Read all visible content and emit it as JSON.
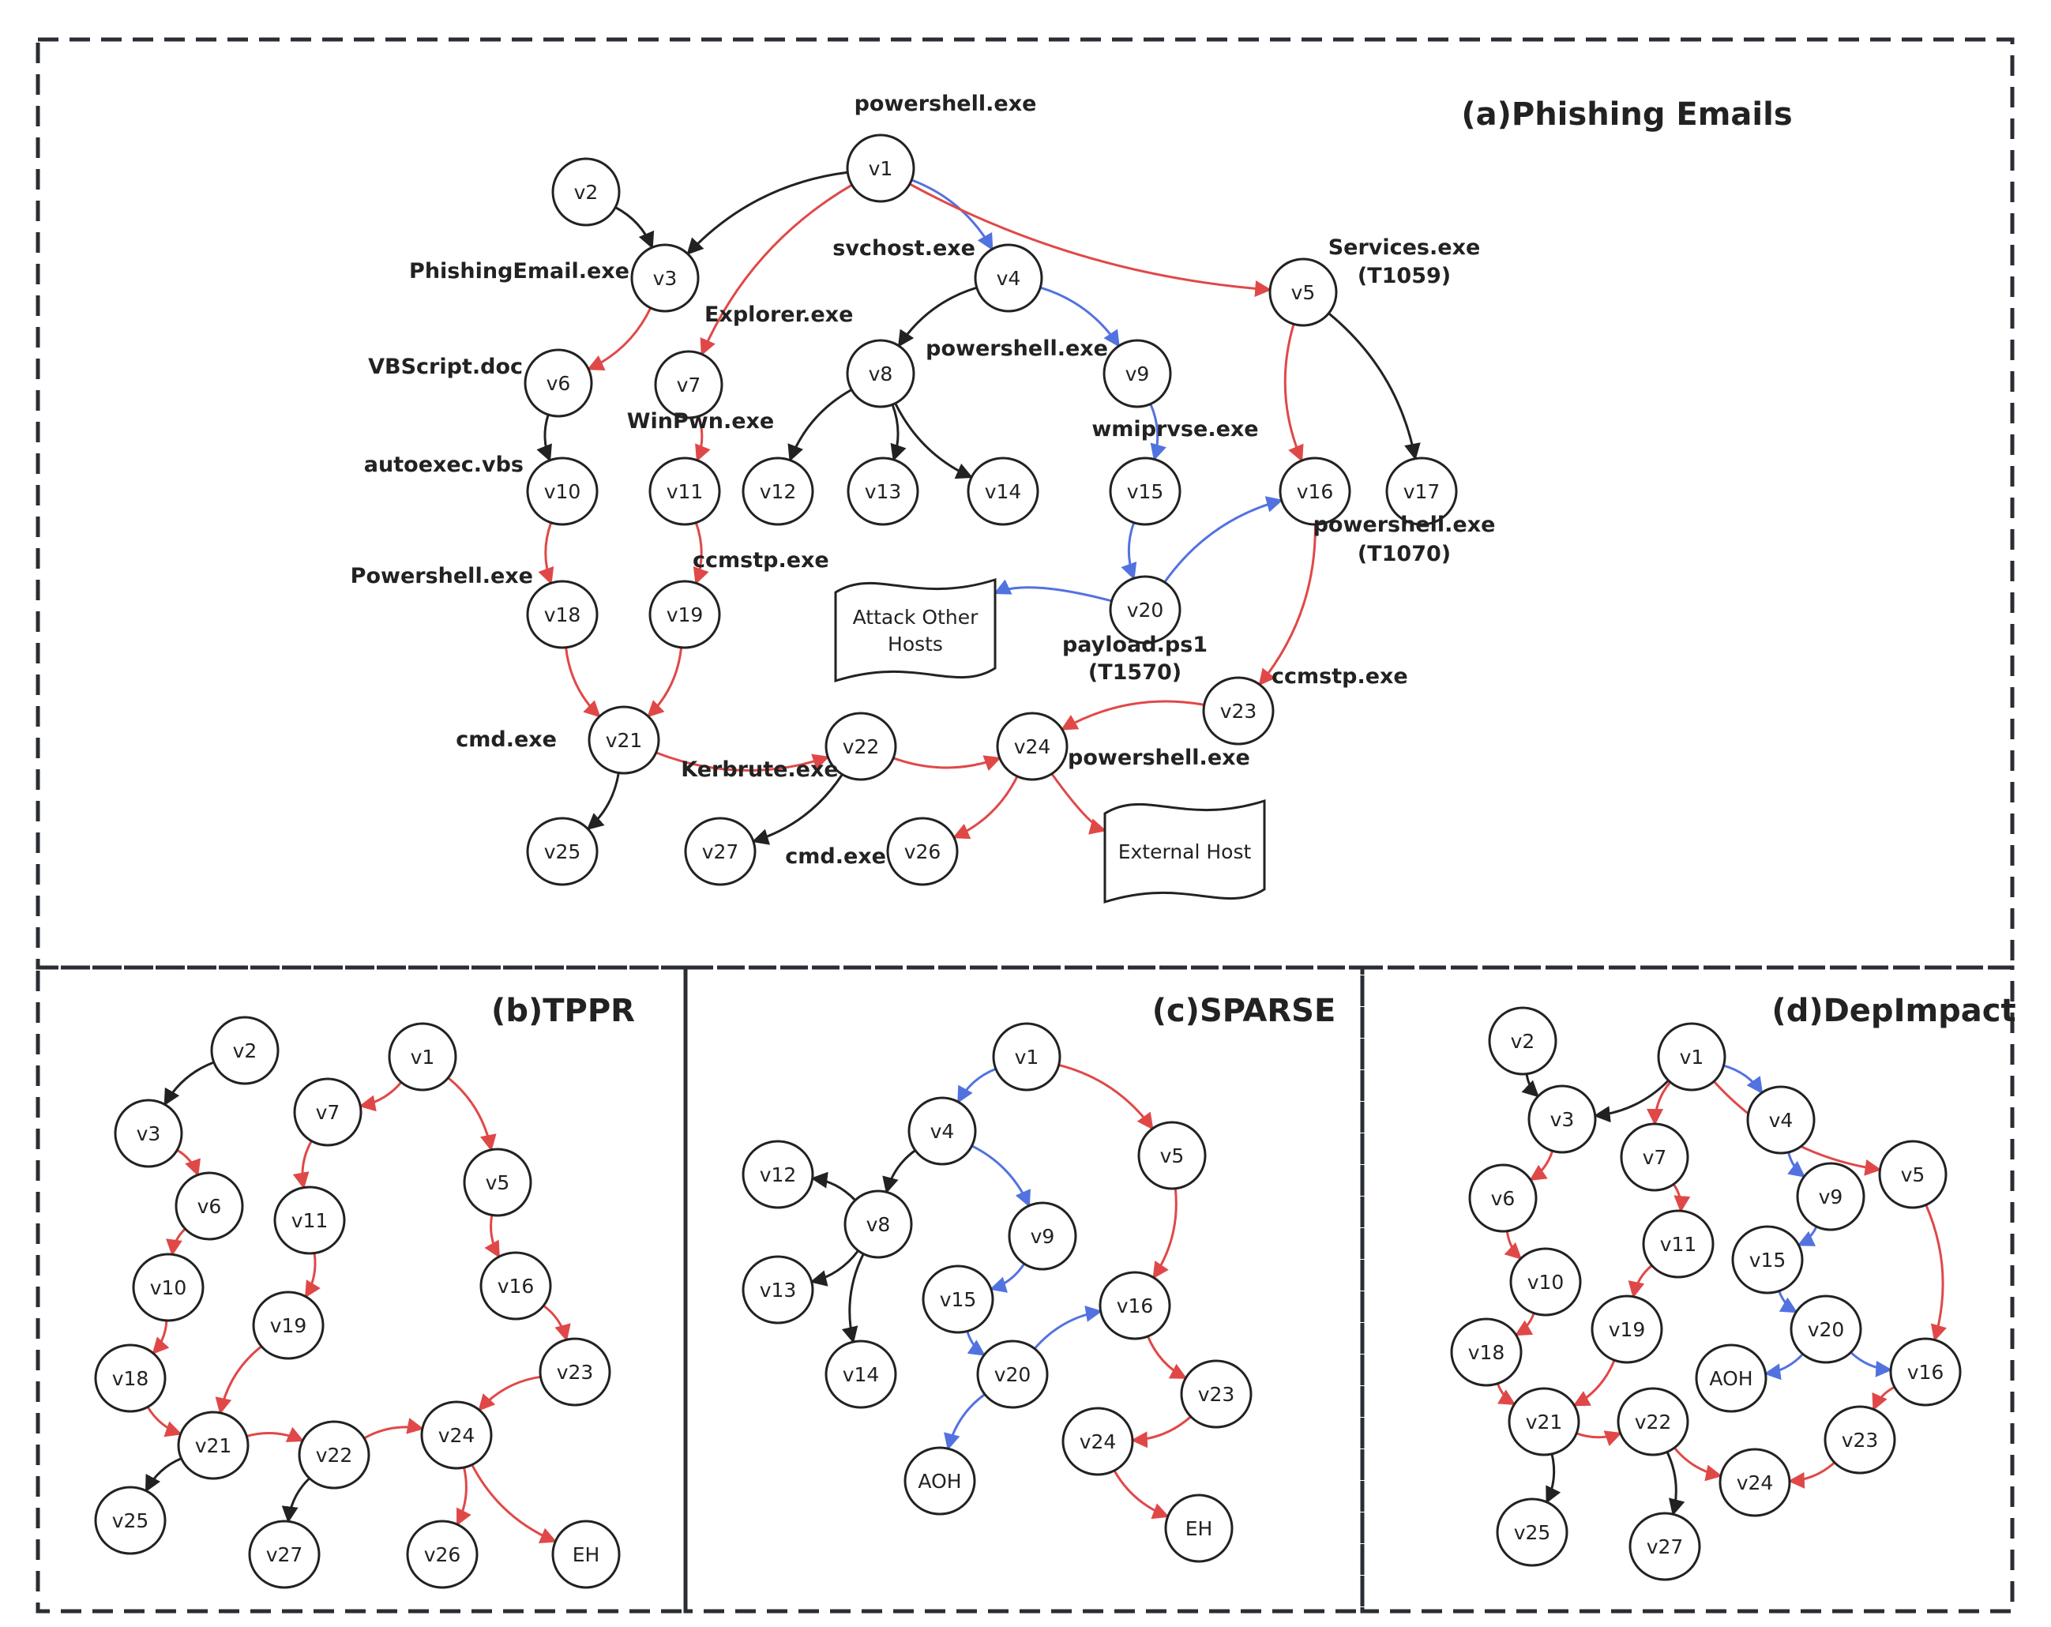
{
  "colors": {
    "black": "#222222",
    "red": "#e04848",
    "blue": "#5272e0",
    "border": "#2a2d33"
  },
  "panels": [
    {
      "id": "a",
      "title": "(a)Phishing Emails",
      "nodes": [
        {
          "id": "v1",
          "label": "v1"
        },
        {
          "id": "v2",
          "label": "v2"
        },
        {
          "id": "v3",
          "label": "v3"
        },
        {
          "id": "v4",
          "label": "v4"
        },
        {
          "id": "v5",
          "label": "v5"
        },
        {
          "id": "v6",
          "label": "v6"
        },
        {
          "id": "v7",
          "label": "v7"
        },
        {
          "id": "v8",
          "label": "v8"
        },
        {
          "id": "v9",
          "label": "v9"
        },
        {
          "id": "v10",
          "label": "v10"
        },
        {
          "id": "v11",
          "label": "v11"
        },
        {
          "id": "v12",
          "label": "v12"
        },
        {
          "id": "v13",
          "label": "v13"
        },
        {
          "id": "v14",
          "label": "v14"
        },
        {
          "id": "v15",
          "label": "v15"
        },
        {
          "id": "v16",
          "label": "v16"
        },
        {
          "id": "v17",
          "label": "v17"
        },
        {
          "id": "v18",
          "label": "v18"
        },
        {
          "id": "v19",
          "label": "v19"
        },
        {
          "id": "v20",
          "label": "v20"
        },
        {
          "id": "v21",
          "label": "v21"
        },
        {
          "id": "v22",
          "label": "v22"
        },
        {
          "id": "v23",
          "label": "v23"
        },
        {
          "id": "v24",
          "label": "v24"
        },
        {
          "id": "v25",
          "label": "v25"
        },
        {
          "id": "v26",
          "label": "v26"
        },
        {
          "id": "v27",
          "label": "v27"
        },
        {
          "id": "AOH",
          "label": "Attack Other Hosts",
          "shape": "doc"
        },
        {
          "id": "EH",
          "label": "External Host",
          "shape": "doc"
        }
      ],
      "process_labels": [
        {
          "node": "v1",
          "text": "powershell.exe"
        },
        {
          "node": "v3",
          "text": "PhishingEmail.exe"
        },
        {
          "node": "v4",
          "text": "svchost.exe"
        },
        {
          "node": "v5",
          "text": "Services.exe"
        },
        {
          "node": "v5",
          "text": "(T1059)"
        },
        {
          "node": "v7",
          "text": "Explorer.exe"
        },
        {
          "node": "v6",
          "text": "VBScript.doc"
        },
        {
          "node": "v9",
          "text": "powershell.exe"
        },
        {
          "node": "v11",
          "text": "WinPwn.exe"
        },
        {
          "node": "v15",
          "text": "wmiprvse.exe"
        },
        {
          "node": "v10",
          "text": "autoexec.vbs"
        },
        {
          "node": "v16",
          "text": "powershell.exe"
        },
        {
          "node": "v16",
          "text": "(T1070)"
        },
        {
          "node": "v18",
          "text": "Powershell.exe"
        },
        {
          "node": "v19",
          "text": "ccmstp.exe"
        },
        {
          "node": "v20",
          "text": "payload.ps1"
        },
        {
          "node": "v20",
          "text": "(T1570)"
        },
        {
          "node": "v23",
          "text": "ccmstp.exe"
        },
        {
          "node": "v21",
          "text": "cmd.exe"
        },
        {
          "node": "v24",
          "text": "powershell.exe"
        },
        {
          "node": "v22",
          "text": "Kerbrute.exe"
        },
        {
          "node": "v26",
          "text": "cmd.exe"
        }
      ],
      "edges": [
        {
          "from": "v1",
          "to": "v3",
          "color": "black"
        },
        {
          "from": "v2",
          "to": "v3",
          "color": "black"
        },
        {
          "from": "v1",
          "to": "v7",
          "color": "red"
        },
        {
          "from": "v1",
          "to": "v4",
          "color": "blue"
        },
        {
          "from": "v1",
          "to": "v5",
          "color": "red"
        },
        {
          "from": "v3",
          "to": "v6",
          "color": "red"
        },
        {
          "from": "v4",
          "to": "v8",
          "color": "black"
        },
        {
          "from": "v4",
          "to": "v9",
          "color": "blue"
        },
        {
          "from": "v5",
          "to": "v16",
          "color": "red"
        },
        {
          "from": "v5",
          "to": "v17",
          "color": "black"
        },
        {
          "from": "v6",
          "to": "v10",
          "color": "black"
        },
        {
          "from": "v7",
          "to": "v11",
          "color": "red"
        },
        {
          "from": "v8",
          "to": "v12",
          "color": "black"
        },
        {
          "from": "v8",
          "to": "v13",
          "color": "black"
        },
        {
          "from": "v8",
          "to": "v14",
          "color": "black"
        },
        {
          "from": "v9",
          "to": "v15",
          "color": "blue"
        },
        {
          "from": "v10",
          "to": "v18",
          "color": "red"
        },
        {
          "from": "v11",
          "to": "v19",
          "color": "red"
        },
        {
          "from": "v15",
          "to": "v20",
          "color": "blue"
        },
        {
          "from": "v20",
          "to": "v16",
          "color": "blue"
        },
        {
          "from": "v20",
          "to": "AOH",
          "color": "blue"
        },
        {
          "from": "v16",
          "to": "v23",
          "color": "red"
        },
        {
          "from": "v18",
          "to": "v21",
          "color": "red"
        },
        {
          "from": "v19",
          "to": "v21",
          "color": "red"
        },
        {
          "from": "v21",
          "to": "v22",
          "color": "red"
        },
        {
          "from": "v21",
          "to": "v25",
          "color": "black"
        },
        {
          "from": "v22",
          "to": "v24",
          "color": "red"
        },
        {
          "from": "v22",
          "to": "v27",
          "color": "black"
        },
        {
          "from": "v23",
          "to": "v24",
          "color": "red"
        },
        {
          "from": "v24",
          "to": "v26",
          "color": "red"
        },
        {
          "from": "v24",
          "to": "EH",
          "color": "red"
        }
      ]
    },
    {
      "id": "b",
      "title": "(b)TPPR",
      "nodes": [
        {
          "id": "v1",
          "label": "v1"
        },
        {
          "id": "v2",
          "label": "v2"
        },
        {
          "id": "v3",
          "label": "v3"
        },
        {
          "id": "v5",
          "label": "v5"
        },
        {
          "id": "v6",
          "label": "v6"
        },
        {
          "id": "v7",
          "label": "v7"
        },
        {
          "id": "v10",
          "label": "v10"
        },
        {
          "id": "v11",
          "label": "v11"
        },
        {
          "id": "v16",
          "label": "v16"
        },
        {
          "id": "v18",
          "label": "v18"
        },
        {
          "id": "v19",
          "label": "v19"
        },
        {
          "id": "v21",
          "label": "v21"
        },
        {
          "id": "v22",
          "label": "v22"
        },
        {
          "id": "v23",
          "label": "v23"
        },
        {
          "id": "v24",
          "label": "v24"
        },
        {
          "id": "v25",
          "label": "v25"
        },
        {
          "id": "v26",
          "label": "v26"
        },
        {
          "id": "v27",
          "label": "v27"
        },
        {
          "id": "EH",
          "label": "EH"
        }
      ],
      "edges": [
        {
          "from": "v2",
          "to": "v3",
          "color": "black"
        },
        {
          "from": "v3",
          "to": "v6",
          "color": "red"
        },
        {
          "from": "v6",
          "to": "v10",
          "color": "red"
        },
        {
          "from": "v10",
          "to": "v18",
          "color": "red"
        },
        {
          "from": "v18",
          "to": "v21",
          "color": "red"
        },
        {
          "from": "v1",
          "to": "v7",
          "color": "red"
        },
        {
          "from": "v7",
          "to": "v11",
          "color": "red"
        },
        {
          "from": "v11",
          "to": "v19",
          "color": "red"
        },
        {
          "from": "v19",
          "to": "v21",
          "color": "red"
        },
        {
          "from": "v1",
          "to": "v5",
          "color": "red"
        },
        {
          "from": "v5",
          "to": "v16",
          "color": "red"
        },
        {
          "from": "v16",
          "to": "v23",
          "color": "red"
        },
        {
          "from": "v23",
          "to": "v24",
          "color": "red"
        },
        {
          "from": "v21",
          "to": "v22",
          "color": "red"
        },
        {
          "from": "v21",
          "to": "v25",
          "color": "black"
        },
        {
          "from": "v22",
          "to": "v24",
          "color": "red"
        },
        {
          "from": "v22",
          "to": "v27",
          "color": "black"
        },
        {
          "from": "v24",
          "to": "v26",
          "color": "red"
        },
        {
          "from": "v24",
          "to": "EH",
          "color": "red"
        }
      ]
    },
    {
      "id": "c",
      "title": "(c)SPARSE",
      "nodes": [
        {
          "id": "v1",
          "label": "v1"
        },
        {
          "id": "v4",
          "label": "v4"
        },
        {
          "id": "v5",
          "label": "v5"
        },
        {
          "id": "v8",
          "label": "v8"
        },
        {
          "id": "v9",
          "label": "v9"
        },
        {
          "id": "v12",
          "label": "v12"
        },
        {
          "id": "v13",
          "label": "v13"
        },
        {
          "id": "v14",
          "label": "v14"
        },
        {
          "id": "v15",
          "label": "v15"
        },
        {
          "id": "v16",
          "label": "v16"
        },
        {
          "id": "v20",
          "label": "v20"
        },
        {
          "id": "v23",
          "label": "v23"
        },
        {
          "id": "v24",
          "label": "v24"
        },
        {
          "id": "AOH",
          "label": "AOH"
        },
        {
          "id": "EH",
          "label": "EH"
        }
      ],
      "edges": [
        {
          "from": "v1",
          "to": "v4",
          "color": "blue"
        },
        {
          "from": "v1",
          "to": "v5",
          "color": "red"
        },
        {
          "from": "v4",
          "to": "v8",
          "color": "black"
        },
        {
          "from": "v4",
          "to": "v9",
          "color": "blue"
        },
        {
          "from": "v8",
          "to": "v12",
          "color": "black"
        },
        {
          "from": "v8",
          "to": "v13",
          "color": "black"
        },
        {
          "from": "v8",
          "to": "v14",
          "color": "black"
        },
        {
          "from": "v9",
          "to": "v15",
          "color": "blue"
        },
        {
          "from": "v15",
          "to": "v20",
          "color": "blue"
        },
        {
          "from": "v20",
          "to": "v16",
          "color": "blue"
        },
        {
          "from": "v20",
          "to": "AOH",
          "color": "blue"
        },
        {
          "from": "v5",
          "to": "v16",
          "color": "red"
        },
        {
          "from": "v16",
          "to": "v23",
          "color": "red"
        },
        {
          "from": "v23",
          "to": "v24",
          "color": "red"
        },
        {
          "from": "v24",
          "to": "EH",
          "color": "red"
        }
      ]
    },
    {
      "id": "d",
      "title": "(d)DepImpact",
      "nodes": [
        {
          "id": "v1",
          "label": "v1"
        },
        {
          "id": "v2",
          "label": "v2"
        },
        {
          "id": "v3",
          "label": "v3"
        },
        {
          "id": "v4",
          "label": "v4"
        },
        {
          "id": "v5",
          "label": "v5"
        },
        {
          "id": "v6",
          "label": "v6"
        },
        {
          "id": "v7",
          "label": "v7"
        },
        {
          "id": "v9",
          "label": "v9"
        },
        {
          "id": "v10",
          "label": "v10"
        },
        {
          "id": "v11",
          "label": "v11"
        },
        {
          "id": "v15",
          "label": "v15"
        },
        {
          "id": "v16",
          "label": "v16"
        },
        {
          "id": "v18",
          "label": "v18"
        },
        {
          "id": "v19",
          "label": "v19"
        },
        {
          "id": "v20",
          "label": "v20"
        },
        {
          "id": "v21",
          "label": "v21"
        },
        {
          "id": "v22",
          "label": "v22"
        },
        {
          "id": "v23",
          "label": "v23"
        },
        {
          "id": "v24",
          "label": "v24"
        },
        {
          "id": "v25",
          "label": "v25"
        },
        {
          "id": "v27",
          "label": "v27"
        },
        {
          "id": "AOH",
          "label": "AOH"
        }
      ],
      "edges": [
        {
          "from": "v2",
          "to": "v3",
          "color": "black"
        },
        {
          "from": "v1",
          "to": "v3",
          "color": "black"
        },
        {
          "from": "v1",
          "to": "v7",
          "color": "red"
        },
        {
          "from": "v1",
          "to": "v4",
          "color": "blue"
        },
        {
          "from": "v1",
          "to": "v5",
          "color": "red"
        },
        {
          "from": "v3",
          "to": "v6",
          "color": "red"
        },
        {
          "from": "v6",
          "to": "v10",
          "color": "red"
        },
        {
          "from": "v10",
          "to": "v18",
          "color": "red"
        },
        {
          "from": "v18",
          "to": "v21",
          "color": "red"
        },
        {
          "from": "v7",
          "to": "v11",
          "color": "red"
        },
        {
          "from": "v11",
          "to": "v19",
          "color": "red"
        },
        {
          "from": "v19",
          "to": "v21",
          "color": "red"
        },
        {
          "from": "v4",
          "to": "v9",
          "color": "blue"
        },
        {
          "from": "v9",
          "to": "v15",
          "color": "blue"
        },
        {
          "from": "v15",
          "to": "v20",
          "color": "blue"
        },
        {
          "from": "v20",
          "to": "AOH",
          "color": "blue"
        },
        {
          "from": "v20",
          "to": "v16",
          "color": "blue"
        },
        {
          "from": "v5",
          "to": "v16",
          "color": "red"
        },
        {
          "from": "v16",
          "to": "v23",
          "color": "red"
        },
        {
          "from": "v23",
          "to": "v24",
          "color": "red"
        },
        {
          "from": "v21",
          "to": "v22",
          "color": "red"
        },
        {
          "from": "v21",
          "to": "v25",
          "color": "black"
        },
        {
          "from": "v22",
          "to": "v24",
          "color": "red"
        },
        {
          "from": "v22",
          "to": "v27",
          "color": "black"
        }
      ]
    }
  ]
}
